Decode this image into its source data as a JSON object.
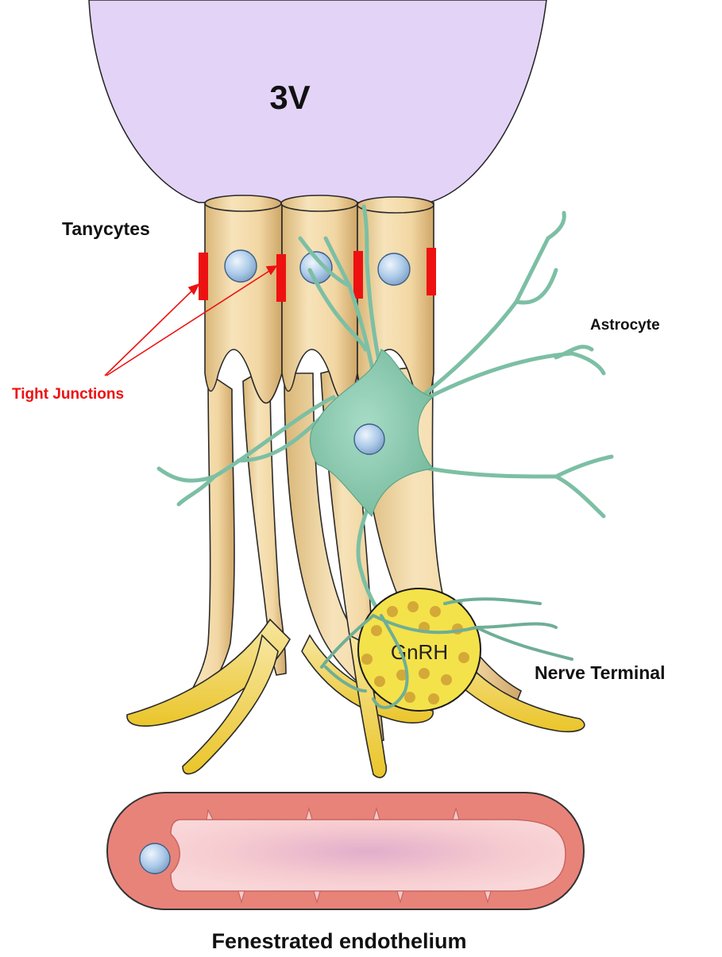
{
  "labels": {
    "ventricle": "3V",
    "tanycytes": "Tanycytes",
    "tight_junctions": "Tight Junctions",
    "astrocyte": "Astrocyte",
    "nerve_terminal": "Nerve Terminal",
    "gnrh": "GnRH",
    "endothelium": "Fenestrated endothelium"
  },
  "colors": {
    "ventricle": "#e3d3f7",
    "tanycyte": "#f1d9a8",
    "tanycyte_foot": "#f2d23a",
    "tight_junction": "#ee1111",
    "astrocyte": "#8fcdb4",
    "nucleus": "#a9c8e6",
    "gnrh_terminal": "#f4e24a",
    "vesicle": "#d4a937",
    "endothelium_wall": "#e8837a",
    "endothelium_lumen": "#f6c9cc"
  }
}
